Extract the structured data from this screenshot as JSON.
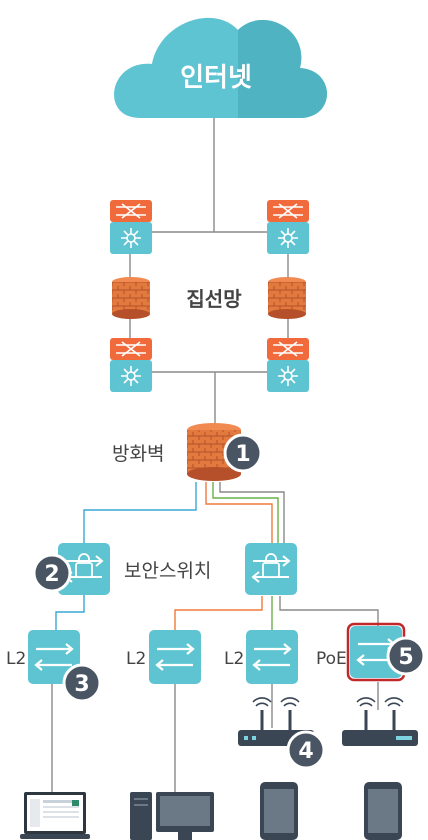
{
  "cloud": {
    "label": "인터넷"
  },
  "aggregation": {
    "label": "집선망"
  },
  "firewall": {
    "label": "방화벽"
  },
  "security_switch": {
    "label": "보안스위치"
  },
  "access_switches": [
    {
      "label": "L2"
    },
    {
      "label": "L2"
    },
    {
      "label": "L2"
    },
    {
      "label": "PoE"
    }
  ],
  "badges": [
    "1",
    "2",
    "3",
    "4",
    "5"
  ],
  "colors": {
    "cloud": "#5ec4d2",
    "switch_top": "#f06a3c",
    "switch_bottom": "#5ec4d2",
    "firewall": "#e27a3f",
    "device_dark": "#3a4654",
    "badge": "#4a5563",
    "link_blue": "#3aa7d6",
    "link_orange": "#f07a3a",
    "link_green": "#6ab04c",
    "link_gray": "#8a8a8a",
    "poe_border": "#c0282b"
  }
}
